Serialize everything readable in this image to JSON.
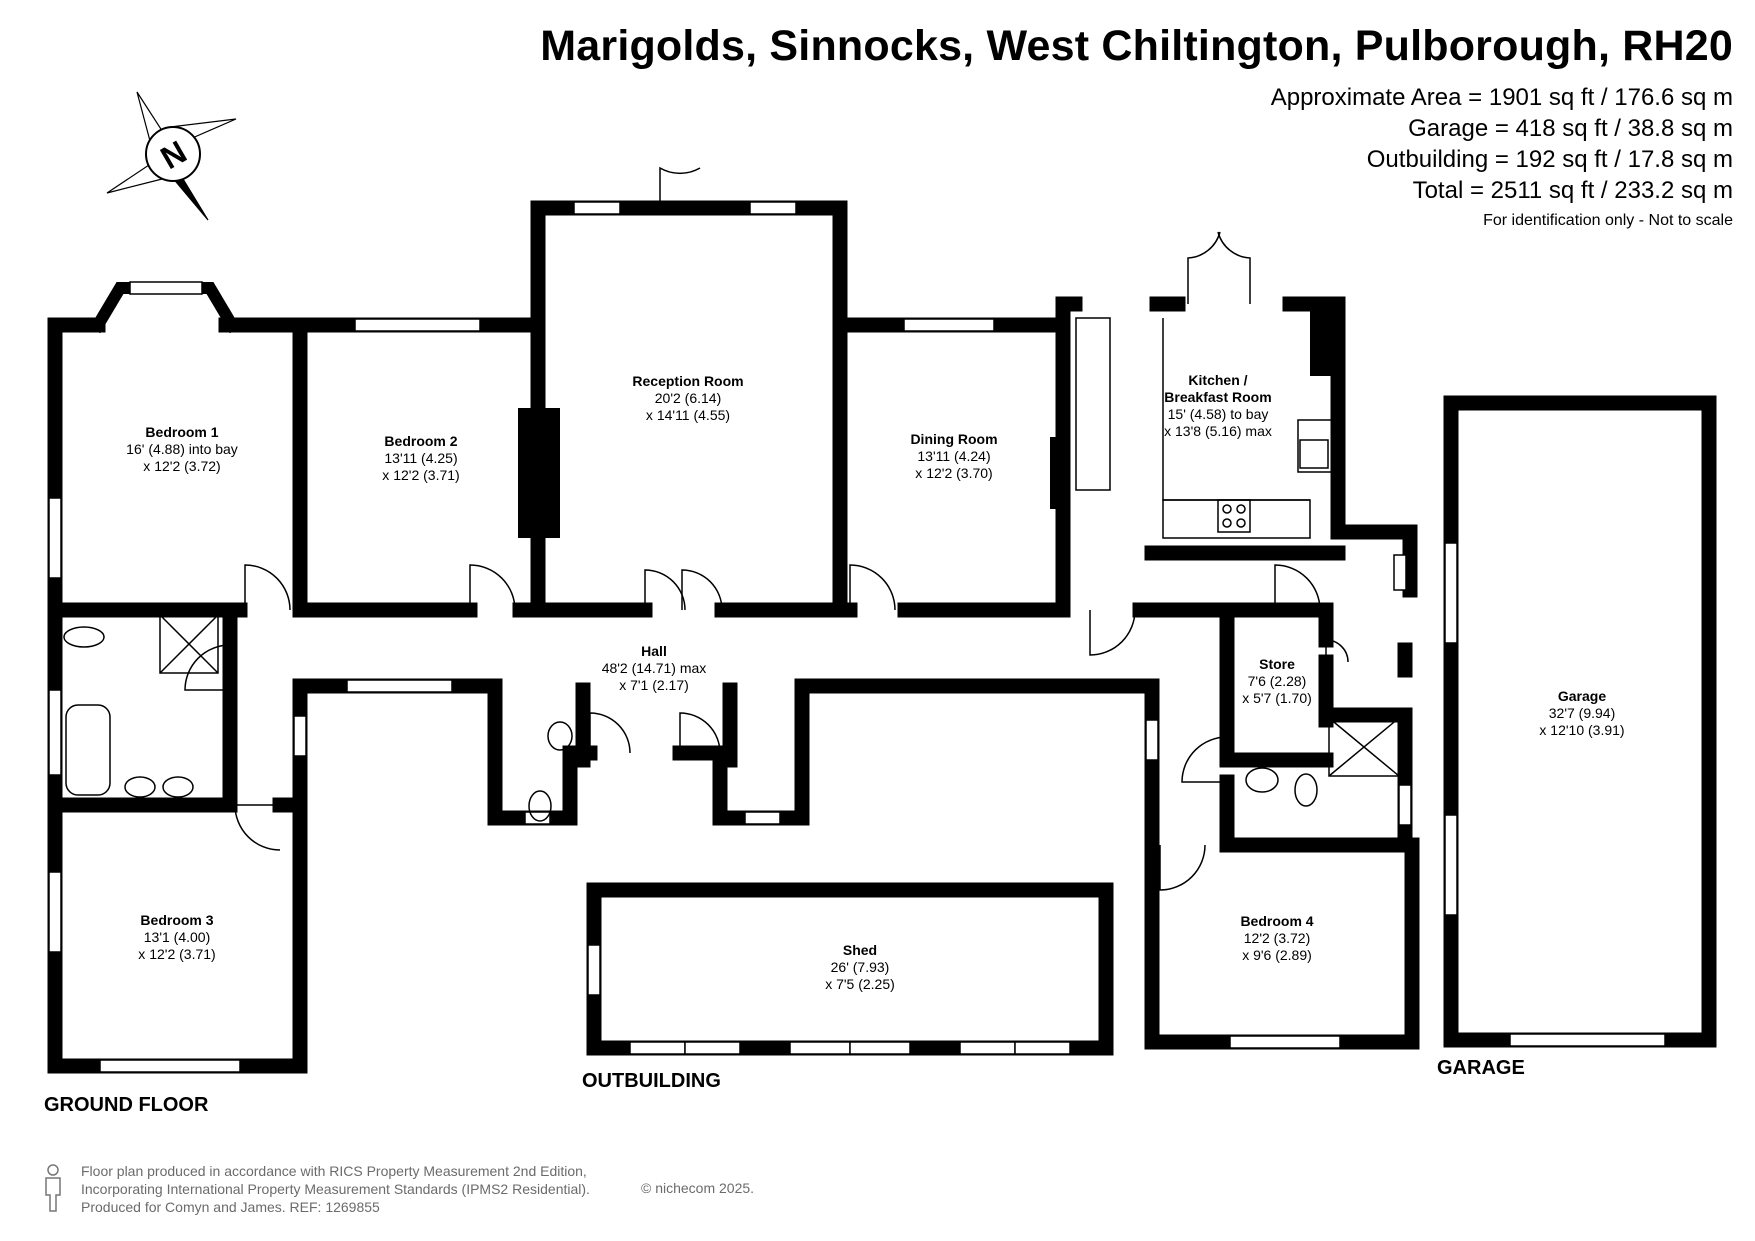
{
  "header": {
    "title": "Marigolds, Sinnocks, West Chiltington, Pulborough, RH20",
    "area_lines": [
      "Approximate Area = 1901 sq ft / 176.6 sq m",
      "Garage = 418 sq ft / 38.8 sq m",
      "Outbuilding = 192 sq ft / 17.8 sq m",
      "Total = 2511 sq ft / 233.2 sq m"
    ],
    "identification_note": "For identification only - Not to scale"
  },
  "compass": {
    "letter": "N",
    "icon": "compass-rose-icon"
  },
  "rooms": {
    "bedroom1": {
      "name": "Bedroom 1",
      "lines": [
        "16' (4.88) into bay",
        "x 12'2 (3.72)"
      ]
    },
    "bedroom2": {
      "name": "Bedroom 2",
      "lines": [
        "13'11 (4.25)",
        "x 12'2 (3.71)"
      ]
    },
    "reception": {
      "name": "Reception Room",
      "lines": [
        "20'2 (6.14)",
        "x 14'11 (4.55)"
      ]
    },
    "dining": {
      "name": "Dining Room",
      "lines": [
        "13'11 (4.24)",
        "x 12'2 (3.70)"
      ]
    },
    "kitchen": {
      "name_line1": "Kitchen /",
      "name_line2": "Breakfast Room",
      "lines": [
        "15' (4.58) to bay",
        "x 13'8 (5.16) max"
      ]
    },
    "hall": {
      "name": "Hall",
      "lines": [
        "48'2 (14.71) max",
        "x 7'1 (2.17)"
      ]
    },
    "store": {
      "name": "Store",
      "lines": [
        "7'6 (2.28)",
        "x 5'7 (1.70)"
      ]
    },
    "bedroom3": {
      "name": "Bedroom 3",
      "lines": [
        "13'1 (4.00)",
        "x 12'2 (3.71)"
      ]
    },
    "bedroom4": {
      "name": "Bedroom 4",
      "lines": [
        "12'2 (3.72)",
        "x 9'6 (2.89)"
      ]
    },
    "shed": {
      "name": "Shed",
      "lines": [
        "26' (7.93)",
        "x 7'5 (2.25)"
      ]
    },
    "garage": {
      "name": "Garage",
      "lines": [
        "32'7 (9.94)",
        "x 12'10 (3.91)"
      ]
    }
  },
  "floor_labels": {
    "ground": "GROUND FLOOR",
    "outbuilding": "OUTBUILDING",
    "garage": "GARAGE"
  },
  "footer": {
    "lines": [
      "Floor plan produced in accordance with RICS Property Measurement 2nd Edition,",
      "Incorporating International Property Measurement Standards (IPMS2 Residential).",
      "Produced for Comyn and James.   REF:  1269855"
    ],
    "copyright": "© nichecom 2025.",
    "icon": "person-silhouette-icon"
  },
  "colors": {
    "wall": "#000000",
    "window": "#ffffff",
    "fixture": "#555555",
    "footer_text": "#6b6b6b"
  }
}
